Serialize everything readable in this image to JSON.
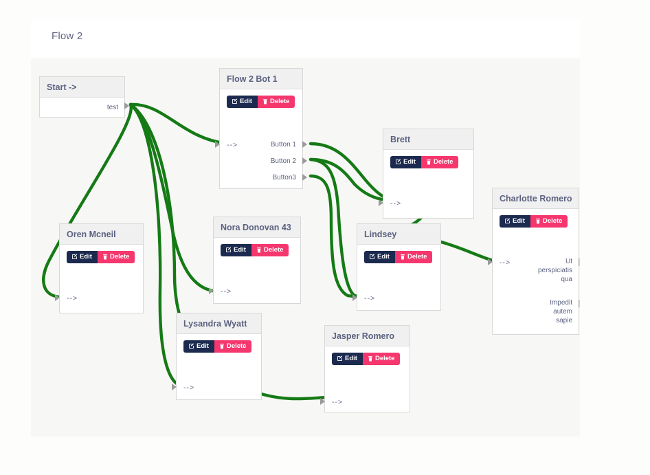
{
  "header": {
    "title": "Flow 2"
  },
  "theme": {
    "page_bg": "#fdfdfb",
    "panel_bg": "#ffffff",
    "canvas_bg": "#f7f7f5",
    "node_header_bg": "#f0f0f0",
    "title_color": "#5c6280",
    "edit_color": "#1b2a4e",
    "delete_color": "#f5376e",
    "edge_color": "#157a16"
  },
  "buttons": {
    "edit_label": "Edit",
    "delete_label": "Delete",
    "edit_icon": "pencil-square-icon",
    "delete_icon": "trash-icon"
  },
  "nodes": [
    {
      "id": "start",
      "title": "Start ->",
      "has_actions": false,
      "inputs": [],
      "outputs": [
        "test"
      ]
    },
    {
      "id": "flow2bot1",
      "title": "Flow 2 Bot 1",
      "has_actions": true,
      "inputs": [
        "-->"
      ],
      "outputs": [
        "Button 1",
        "Button 2",
        "Button3"
      ]
    },
    {
      "id": "oren",
      "title": "Oren Mcneil",
      "has_actions": true,
      "inputs": [
        "-->"
      ],
      "outputs": []
    },
    {
      "id": "nora",
      "title": "Nora Donovan 43",
      "has_actions": true,
      "inputs": [
        "-->"
      ],
      "outputs": []
    },
    {
      "id": "lysandra",
      "title": "Lysandra Wyatt",
      "has_actions": true,
      "inputs": [
        "-->"
      ],
      "outputs": []
    },
    {
      "id": "jasper",
      "title": "Jasper Romero",
      "has_actions": true,
      "inputs": [
        "-->"
      ],
      "outputs": []
    },
    {
      "id": "lindsey",
      "title": "Lindsey",
      "has_actions": true,
      "inputs": [
        "-->"
      ],
      "outputs": []
    },
    {
      "id": "brett",
      "title": "Brett",
      "has_actions": true,
      "inputs": [
        "-->"
      ],
      "outputs": []
    },
    {
      "id": "charlotte",
      "title": "Charlotte Romero",
      "has_actions": true,
      "inputs": [
        "-->"
      ],
      "outputs": [
        "Ut perspiciatis qua",
        "Impedit autem sapie"
      ]
    }
  ],
  "charlotte_output_lines": {
    "first": [
      "Ut",
      "perspiciatis",
      "qua"
    ],
    "second": [
      "Impedit",
      "autem",
      "sapie"
    ]
  },
  "edges": [
    {
      "from": "start.test",
      "to": "flow2bot1.in"
    },
    {
      "from": "start.test",
      "to": "oren.in"
    },
    {
      "from": "start.test",
      "to": "nora.in"
    },
    {
      "from": "start.test",
      "to": "lysandra.in"
    },
    {
      "from": "start.test",
      "to": "jasper.in"
    },
    {
      "from": "flow2bot1.Button 1",
      "to": "brett.in"
    },
    {
      "from": "flow2bot1.Button 2",
      "to": "brett.in"
    },
    {
      "from": "flow2bot1.Button 2",
      "to": "lindsey.in"
    },
    {
      "from": "flow2bot1.Button3",
      "to": "lindsey.in"
    },
    {
      "from": "brett.out",
      "to": "lindsey.top"
    },
    {
      "from": "lindsey.out",
      "to": "charlotte.in"
    }
  ]
}
